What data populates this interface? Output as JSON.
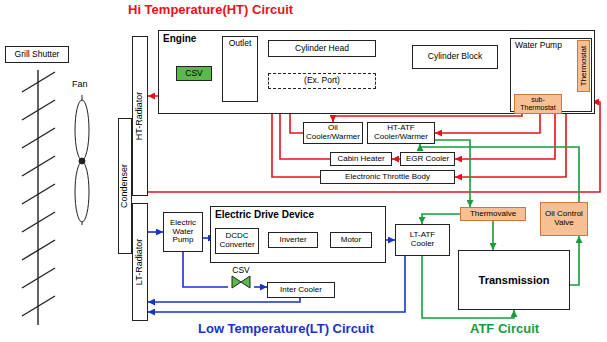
{
  "diagram": {
    "nodes": [
      {
        "text": [
          "Grill Shutter"
        ]
      },
      {
        "text": [
          "Engine"
        ]
      },
      {
        "text": [
          "Outlet"
        ],
        "in": 1
      },
      {
        "text": [
          "CSV"
        ],
        "in": 1
      },
      {
        "text": [
          "Cylinder Head"
        ],
        "in": 1
      },
      {
        "text": [
          "(Ex. Port)"
        ],
        "in": 1
      },
      {
        "text": [
          "Cylinder Block"
        ],
        "in": 1
      },
      {
        "text": [
          "Water Pump"
        ],
        "in": 1
      },
      {
        "text": [
          "Thermostat"
        ],
        "in": 7
      },
      {
        "text": [
          "sub- Thermostat"
        ],
        "in": 7
      },
      {
        "text": [
          "HT-Radiator"
        ]
      },
      {
        "text": [
          "Condenser"
        ]
      },
      {
        "text": [
          "Oil Cooler/Warmer"
        ]
      },
      {
        "text": [
          "HT-ATF Cooler/Warmer"
        ]
      },
      {
        "text": [
          "Cabin Heater"
        ]
      },
      {
        "text": [
          "EGR Cooler"
        ]
      },
      {
        "text": [
          "Electronic Throttle Body"
        ]
      },
      {
        "text": [
          "LT-Radiator"
        ]
      },
      {
        "text": [
          "Electric Water Pump"
        ]
      },
      {
        "text": [
          "Electric Drive Device"
        ]
      },
      {
        "text": [
          "DCDC Converter"
        ],
        "in": 19
      },
      {
        "text": [
          "Inverter"
        ],
        "in": 19
      },
      {
        "text": [
          "Motor"
        ],
        "in": 19
      },
      {
        "text": [
          "CSV"
        ]
      },
      {
        "text": [
          "Inter Cooler"
        ]
      },
      {
        "text": [
          "LT-ATF Cooler"
        ]
      },
      {
        "text": [
          "Thermovalve"
        ]
      },
      {
        "text": [
          "Oil Control Valve"
        ]
      },
      {
        "text": [
          "Transmission"
        ]
      }
    ],
    "edges": [
      {
        "from": 7,
        "to": 6,
        "arrow": "to"
      },
      {
        "from": 6,
        "to": 4,
        "arrow": "to"
      },
      {
        "from": 4,
        "to": 2,
        "arrow": "to"
      },
      {
        "from": 5,
        "to": 2,
        "arrow": "to"
      },
      {
        "from": 2,
        "to": 3,
        "arrow": "to"
      },
      {
        "from": 2,
        "to": 10,
        "arrow": "to"
      },
      {
        "from": 10,
        "to": 7,
        "arrow": "to"
      },
      {
        "from": 7,
        "to": 13,
        "arrow": "to"
      },
      {
        "from": 7,
        "to": 12,
        "arrow": "to"
      },
      {
        "from": 7,
        "to": 15,
        "arrow": "to"
      },
      {
        "from": 15,
        "to": 14,
        "arrow": "to"
      },
      {
        "from": 14,
        "to": 5,
        "arrow": "to"
      },
      {
        "from": 12,
        "to": 5,
        "arrow": "to"
      },
      {
        "from": 16,
        "to": 5,
        "arrow": "to"
      },
      {
        "from": 7,
        "to": 16,
        "arrow": "to"
      },
      {
        "from": 28,
        "to": 27,
        "arrow": "to"
      },
      {
        "from": 27,
        "to": 13,
        "arrow": "to"
      },
      {
        "from": 13,
        "to": 26,
        "arrow": "to"
      },
      {
        "from": 26,
        "to": 25,
        "arrow": "to"
      },
      {
        "from": 25,
        "to": 28,
        "arrow": "to"
      },
      {
        "from": 26,
        "to": 28,
        "arrow": "to"
      },
      {
        "from": 17,
        "to": 18,
        "arrow": "to"
      },
      {
        "from": 18,
        "to": 20,
        "arrow": "to"
      },
      {
        "from": 20,
        "to": 21,
        "arrow": "to"
      },
      {
        "from": 21,
        "to": 22,
        "arrow": "to"
      },
      {
        "from": 22,
        "to": 25,
        "arrow": "to"
      },
      {
        "from": 25,
        "to": 17,
        "arrow": "to"
      },
      {
        "from": 18,
        "to": 23,
        "arrow": "none"
      },
      {
        "from": 23,
        "to": 24,
        "arrow": "to"
      },
      {
        "from": 24,
        "to": 17,
        "arrow": "to"
      }
    ],
    "labels": [
      "Hi Temperature(HT) Circuit",
      "Fan",
      "Low Temperature(LT) Circuit",
      "ATF Circuit"
    ]
  }
}
